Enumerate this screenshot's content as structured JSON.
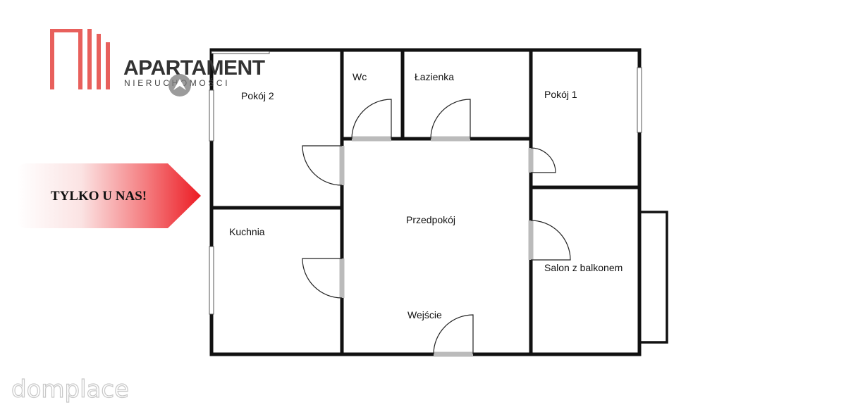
{
  "logo": {
    "name": "APARTAMENT",
    "subtitle": "NIERUCHOMOŚCI",
    "color": "#e8605c"
  },
  "badge": {
    "text": "TYLKO U NAS!",
    "color_start": "#ffffff",
    "color_end": "#ec1c24"
  },
  "rooms": {
    "pokoj2": "Pokój 2",
    "wc": "Wc",
    "lazienka": "Łazienka",
    "pokoj1": "Pokój 1",
    "kuchnia": "Kuchnia",
    "przedpokoj": "Przedpokój",
    "salon": "Salon z balkonem",
    "wejscie": "Wejście"
  },
  "watermark": "domplace"
}
